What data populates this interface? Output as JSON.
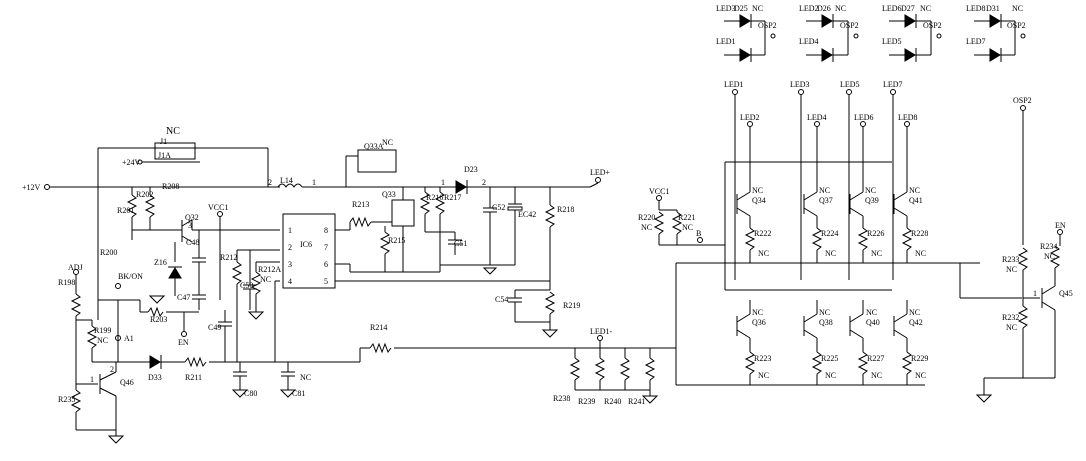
{
  "nets": {
    "v12": "+12V",
    "v24": "+24V",
    "vcc1_a": "VCC1",
    "vcc1_b": "VCC1",
    "led_plus": "LED+",
    "led_minus": "LED1-",
    "adj": "ADJ",
    "bk_on": "BK/ON",
    "en_a": "EN",
    "en_b": "EN",
    "a1": "A1",
    "b": "B",
    "osp2_top": "OSP2"
  },
  "nc": {
    "j1": "NC",
    "q33a": "NC",
    "c81": "NC",
    "r199": "NC",
    "r212a": "NC",
    "r220": "NC",
    "r221": "NC",
    "q34": "NC",
    "q37": "NC",
    "q39": "NC",
    "q41": "NC",
    "r222": "NC",
    "r224": "NC",
    "r226": "NC",
    "r228": "NC",
    "q36": "NC",
    "q38": "NC",
    "q40": "NC",
    "q42": "NC",
    "r223": "NC",
    "r225": "NC",
    "r227": "NC",
    "r229": "NC",
    "r233": "NC",
    "r232": "NC",
    "r234": "NC",
    "led_d26": "NC",
    "led_d27": "NC",
    "led_d31": "NC",
    "led_d25": "NC"
  },
  "components": {
    "j1": "J1",
    "j1a": "J1A",
    "l14": "L14",
    "ic6": "IC6",
    "q33a": "Q33A",
    "q33": "Q33",
    "d23": "D23",
    "d33": "D33",
    "z16": "Z16",
    "q32": "Q32",
    "q46": "Q46",
    "q45": "Q45",
    "q34": "Q34",
    "q37": "Q37",
    "q39": "Q39",
    "q41": "Q41",
    "q36": "Q36",
    "q38": "Q38",
    "q40": "Q40",
    "q42": "Q42",
    "ec42": "EC42",
    "c47": "C47",
    "c48": "C48",
    "c49": "C49",
    "c50": "C50",
    "c51": "C51",
    "c52": "C52",
    "c54": "C54",
    "c80": "C80",
    "c81": "C81",
    "r198": "R198",
    "r199": "R199",
    "r200": "R200",
    "r201": "R201",
    "r202": "R202",
    "r203": "R203",
    "r208": "R208",
    "r211": "R211",
    "r212": "R212",
    "r212a": "R212A",
    "r213": "R213",
    "r214": "R214",
    "r215": "R215",
    "r216": "R216",
    "r217": "R217",
    "r218": "R218",
    "r219": "R219",
    "r220": "R220",
    "r221": "R221",
    "r222": "R222",
    "r223": "R223",
    "r224": "R224",
    "r225": "R225",
    "r226": "R226",
    "r227": "R227",
    "r228": "R228",
    "r229": "R229",
    "r232": "R232",
    "r233": "R233",
    "r234": "R234",
    "r235": "R235",
    "r238": "R238",
    "r239": "R239",
    "r240": "R240",
    "r241": "R241"
  },
  "ic6_pins": [
    "1",
    "2",
    "3",
    "4",
    "5",
    "6",
    "7",
    "8"
  ],
  "pin_numbers": {
    "p1": "1",
    "p2": "2",
    "p3": "3"
  },
  "leds": {
    "led3": "LED3",
    "led2": "LED2",
    "led6": "LED6",
    "led8": "LED8",
    "led1": "LED1",
    "led4": "LED4",
    "led5": "LED5",
    "led7": "LED7",
    "d25": "D25",
    "d26": "D26",
    "d27": "D27",
    "d31": "D31",
    "osp2_1": "OSP2",
    "osp2_2": "OSP2",
    "osp2_3": "OSP2",
    "osp2_4": "OSP2"
  },
  "led_taps": [
    "LED1",
    "LED2",
    "LED3",
    "LED4",
    "LED5",
    "LED6",
    "LED7",
    "LED8"
  ]
}
